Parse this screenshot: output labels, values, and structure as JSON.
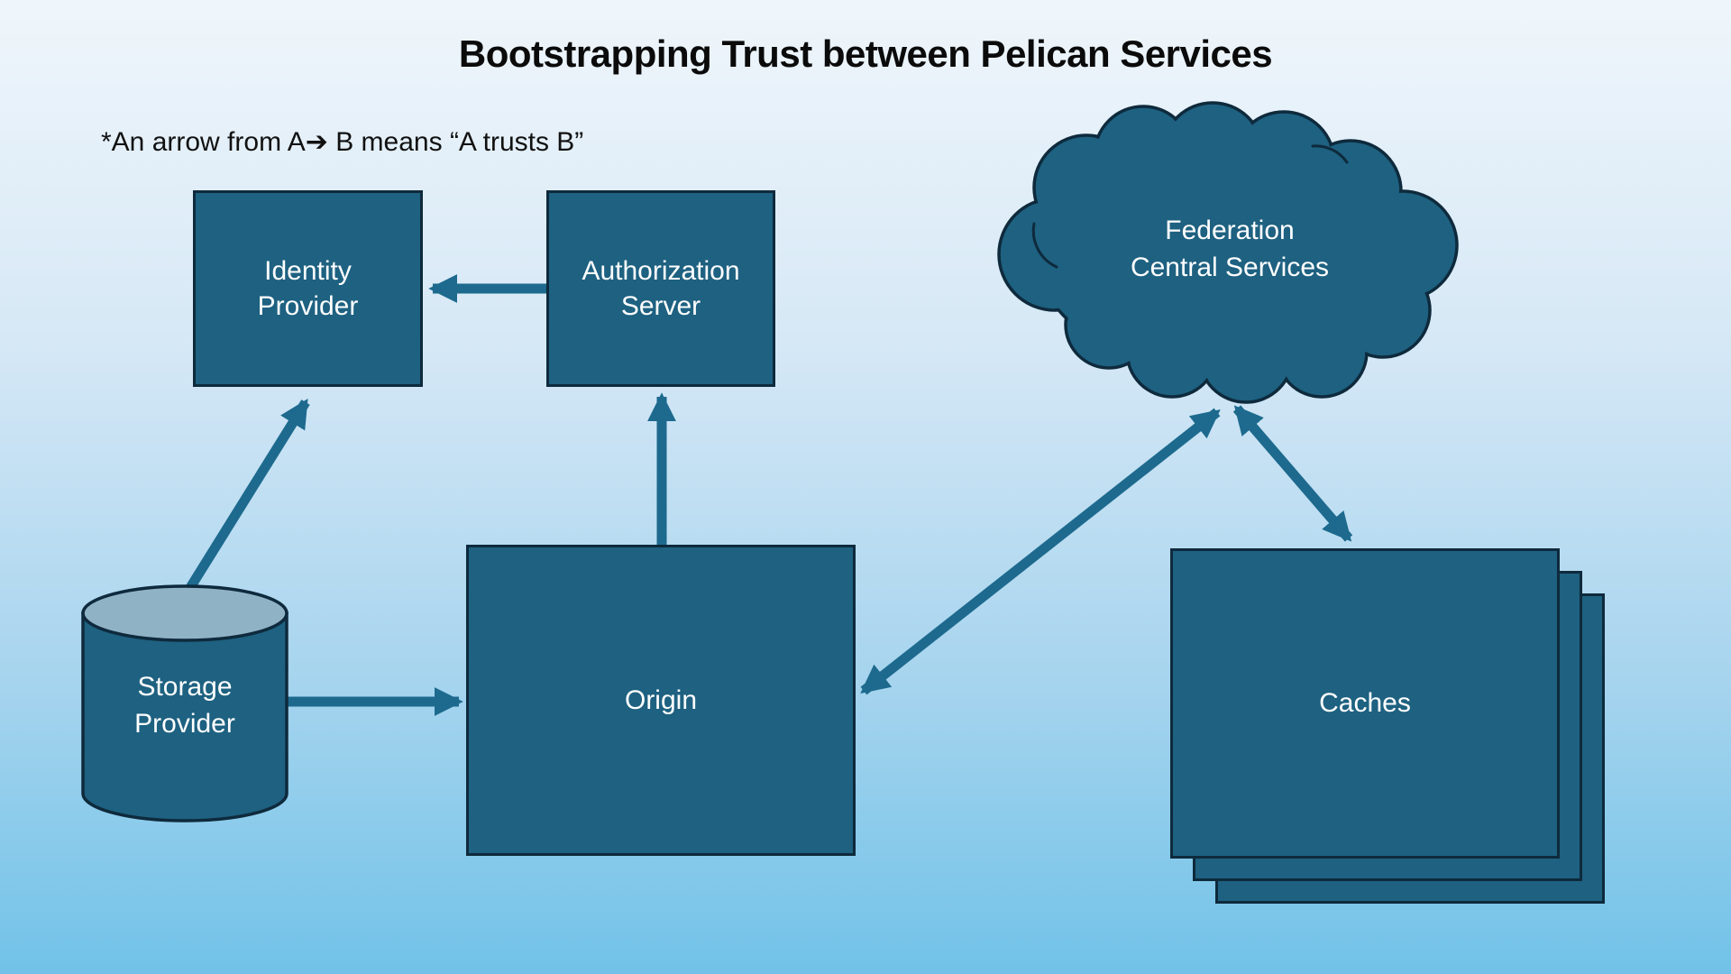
{
  "title": "Bootstrapping Trust between Pelican Services",
  "note": "*An arrow from A➔ B means “A trusts B”",
  "nodes": {
    "identity_provider": {
      "label_line1": "Identity",
      "label_line2": "Provider"
    },
    "authorization_server": {
      "label_line1": "Authorization",
      "label_line2": "Server"
    },
    "federation_central_services": {
      "label_line1": "Federation",
      "label_line2": "Central Services"
    },
    "storage_provider": {
      "label_line1": "Storage",
      "label_line2": "Provider"
    },
    "origin": {
      "label": "Origin"
    },
    "caches": {
      "label": "Caches"
    }
  },
  "edges": [
    {
      "from": "Authorization Server",
      "to": "Identity Provider",
      "bidirectional": false
    },
    {
      "from": "Storage Provider",
      "to": "Identity Provider",
      "bidirectional": false
    },
    {
      "from": "Origin",
      "to": "Authorization Server",
      "bidirectional": false
    },
    {
      "from": "Storage Provider",
      "to": "Origin",
      "bidirectional": false
    },
    {
      "from": "Origin",
      "to": "Federation Central Services",
      "bidirectional": true
    },
    {
      "from": "Caches",
      "to": "Federation Central Services",
      "bidirectional": true
    }
  ],
  "colors": {
    "node_fill": "#1e6181",
    "node_border": "#0e2a3c",
    "arrow": "#1d6a8e",
    "cylinder_top": "#8fb3c5",
    "background_top": "#eff6fb",
    "background_bottom": "#71c2e8",
    "title_text": "#0b0b0b",
    "node_text": "#ffffff"
  }
}
